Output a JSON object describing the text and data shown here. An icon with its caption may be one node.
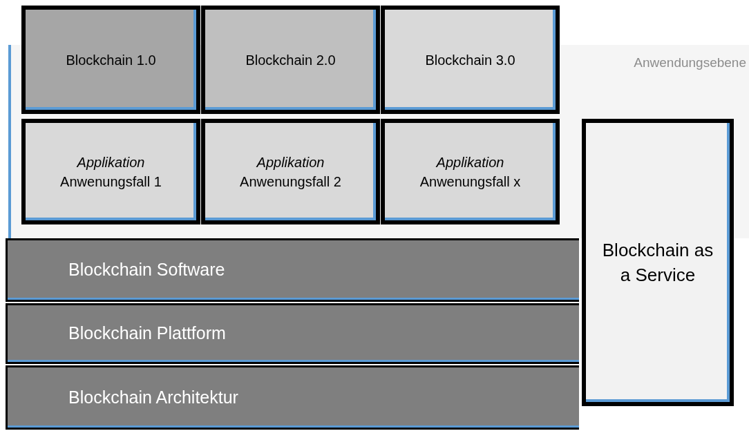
{
  "diagram": {
    "nodes": [
      {
        "text": [
          "Anwendungsebene"
        ]
      },
      {
        "text": [
          "Blockchain 1.0"
        ]
      },
      {
        "text": [
          "Blockchain 2.0"
        ]
      },
      {
        "text": [
          "Blockchain 3.0"
        ]
      },
      {
        "text": [
          "Applikation",
          "Anwenungsfall 1"
        ],
        "in": 0
      },
      {
        "text": [
          "Applikation",
          "Anwenungsfall 2"
        ],
        "in": 0
      },
      {
        "text": [
          "Applikation",
          "Anwenungsfall x"
        ],
        "in": 0
      },
      {
        "text": [
          "Blockchain Software"
        ]
      },
      {
        "text": [
          "Blockchain Plattform"
        ]
      },
      {
        "text": [
          "Blockchain Architektur"
        ]
      },
      {
        "text": [
          "Blockchain as a Service"
        ]
      }
    ]
  }
}
